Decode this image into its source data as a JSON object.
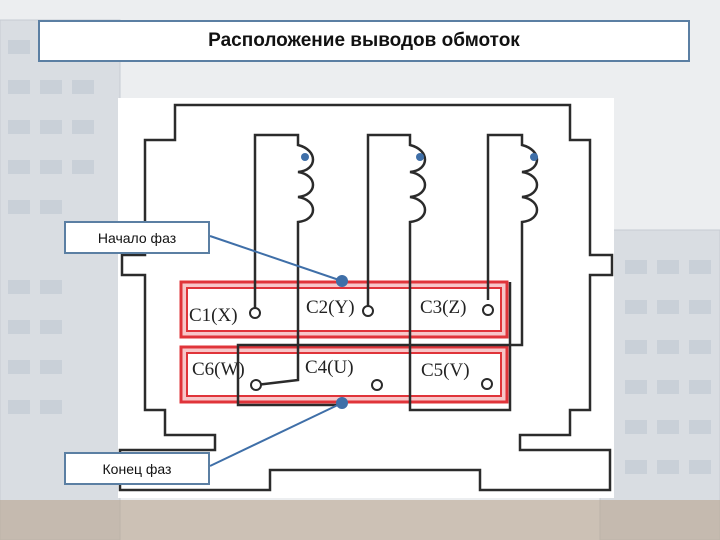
{
  "slide": {
    "title": "Расположение выводов обмоток"
  },
  "callouts": {
    "phase_start": "Начало фаз",
    "phase_end": "Конец фаз"
  },
  "terminals": {
    "top_row": [
      "C1(X)",
      "C2(Y)",
      "C3(Z)"
    ],
    "bottom_row": [
      "C6(W)",
      "C4(U)",
      "C5(V)"
    ]
  },
  "colors": {
    "highlight_red": "#e0343a",
    "highlight_fill": "#f6b9bb",
    "callout_line": "#3f6fa8",
    "frame_border": "#5b7fa3"
  }
}
